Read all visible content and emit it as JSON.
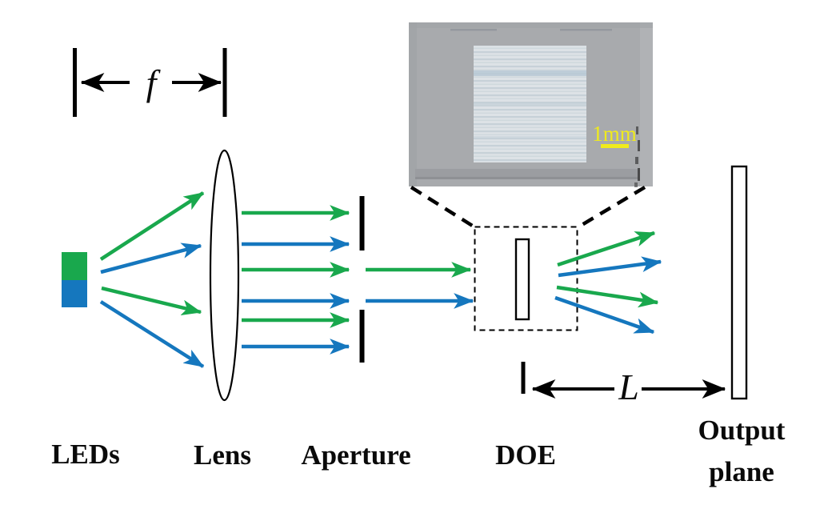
{
  "labels": {
    "leds": "LEDs",
    "lens": "Lens",
    "aperture": "Aperture",
    "doe": "DOE",
    "output_line1": "Output",
    "output_line2": "plane",
    "focal_symbol": "f",
    "distance_symbol": "L"
  },
  "inset": {
    "scale_label": "1mm"
  },
  "colors": {
    "green-ray": "#19a84d",
    "blue-ray": "#1577be",
    "outline": "#000000",
    "scale-bar-yellow": "#f0eb1c",
    "photo-gray": "#a8aaad"
  }
}
